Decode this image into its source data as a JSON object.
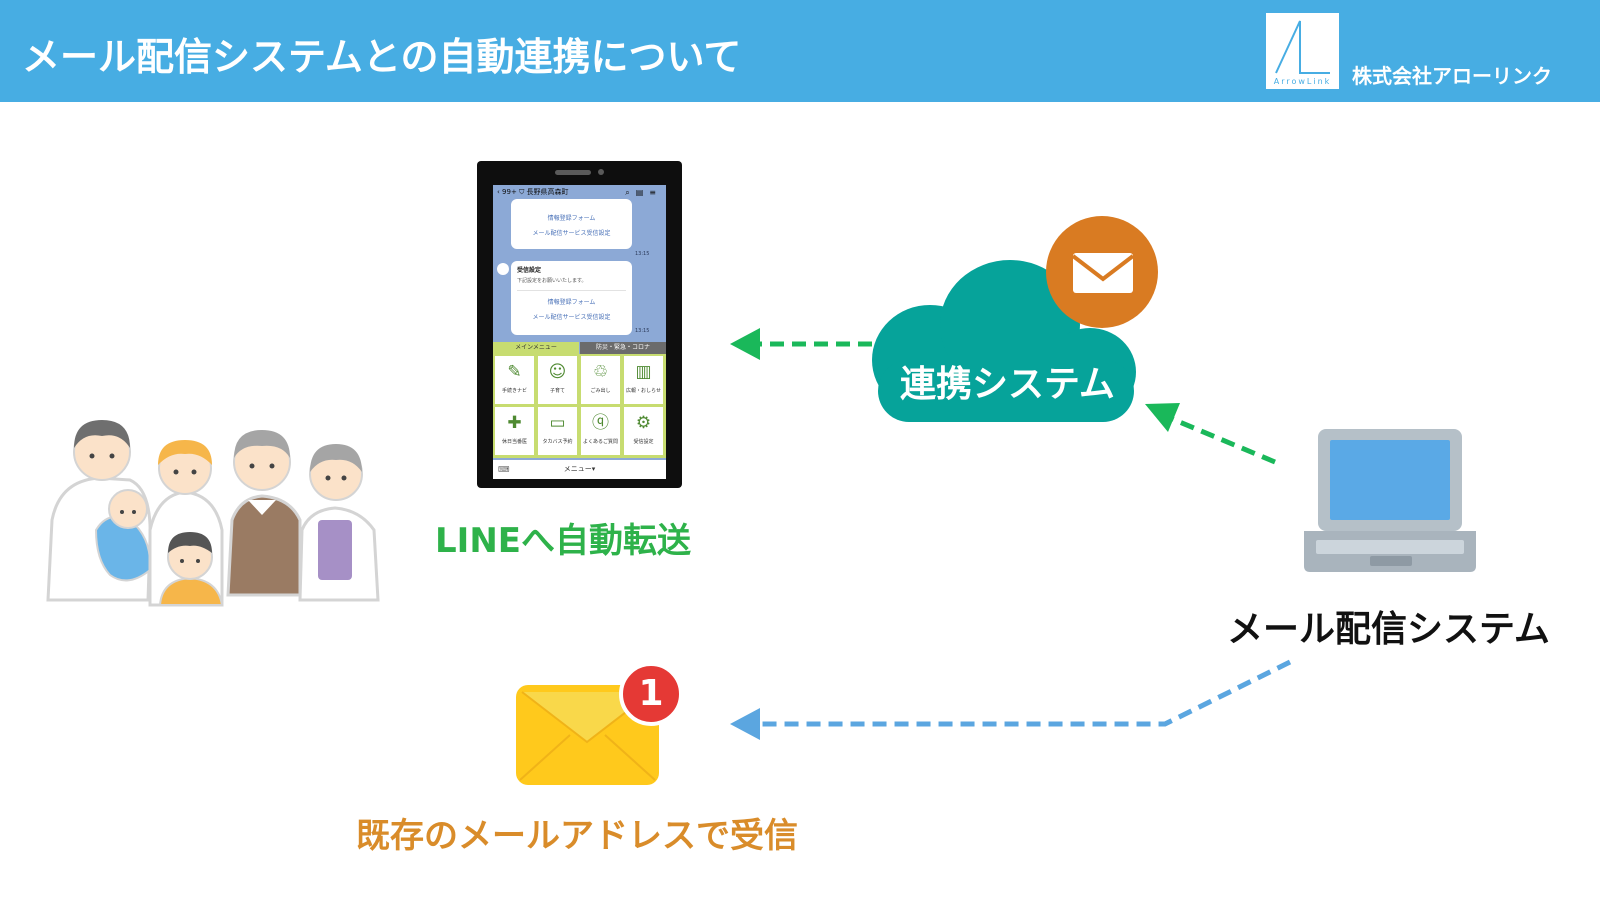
{
  "header": {
    "title": "メール配信システムとの自動連携について",
    "company": "株式会社アローリンク",
    "logo_text": "ArrowLink"
  },
  "diagram": {
    "line_label": "LINEへ自動転送",
    "cloud_label": "連携システム",
    "mail_system_label": "メール配信システム",
    "receive_label": "既存のメールアドレスで受信",
    "notification_count": "1"
  },
  "phone": {
    "unread": "99+",
    "account": "長野県高森町",
    "bubble1": {
      "link1": "情報登録フォーム",
      "link2": "メール配信サービス受信設定"
    },
    "bubble2": {
      "title": "受信設定",
      "subtitle": "下記設定をお願いいたします。",
      "link1": "情報登録フォーム",
      "link2": "メール配信サービス受信設定"
    },
    "tabs": [
      "メインメニュー",
      "防災・緊急・コロナ"
    ],
    "menu_items": [
      {
        "label": "手続きナビ",
        "icon": "notepad-icon"
      },
      {
        "label": "子育て",
        "icon": "baby-face-icon"
      },
      {
        "label": "ごみ出し",
        "icon": "trash-icon"
      },
      {
        "label": "広報・おしらせ",
        "icon": "book-icon"
      },
      {
        "label": "休日当番医",
        "icon": "hospital-icon"
      },
      {
        "label": "タカバス予約",
        "icon": "bus-icon"
      },
      {
        "label": "よくあるご質問",
        "icon": "question-bubble-icon"
      },
      {
        "label": "受信設定",
        "icon": "gear-icon"
      }
    ],
    "menu_bar": "メニュー▾"
  },
  "colors": {
    "header_bg": "#47ade3",
    "cloud": "#06a39a",
    "envelope_badge": "#d97b22",
    "green_arrow": "#1ab85a",
    "blue_arrow": "#5ba6e0",
    "line_label": "#2eb24a",
    "receive_label": "#d98c2a"
  }
}
